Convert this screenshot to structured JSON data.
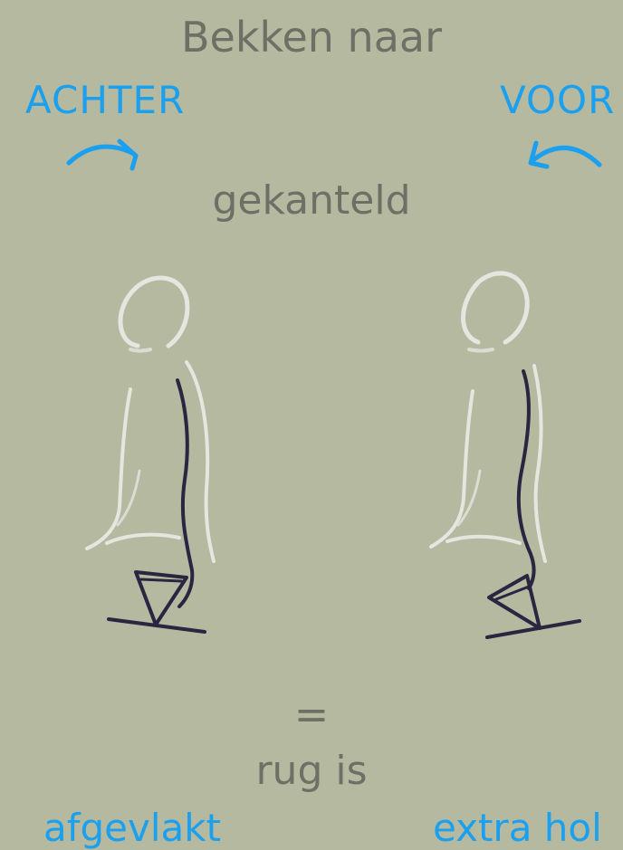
{
  "title": "Bekken naar",
  "left_direction": "ACHTER",
  "right_direction": "VOOR",
  "subtitle": "gekanteld",
  "equals": "=",
  "result_prefix": "rug is",
  "left_result": "afgevlakt",
  "right_result": "extra hol",
  "colors": {
    "background": "#b4b9a0",
    "text_gray": "#6e7065",
    "accent_blue": "#1aa0ee",
    "spine": "#2a2540",
    "body_outline": "#e6e6e0"
  },
  "icons": {
    "left_arrow": "curved-arrow-right-icon",
    "right_arrow": "curved-arrow-left-icon"
  }
}
